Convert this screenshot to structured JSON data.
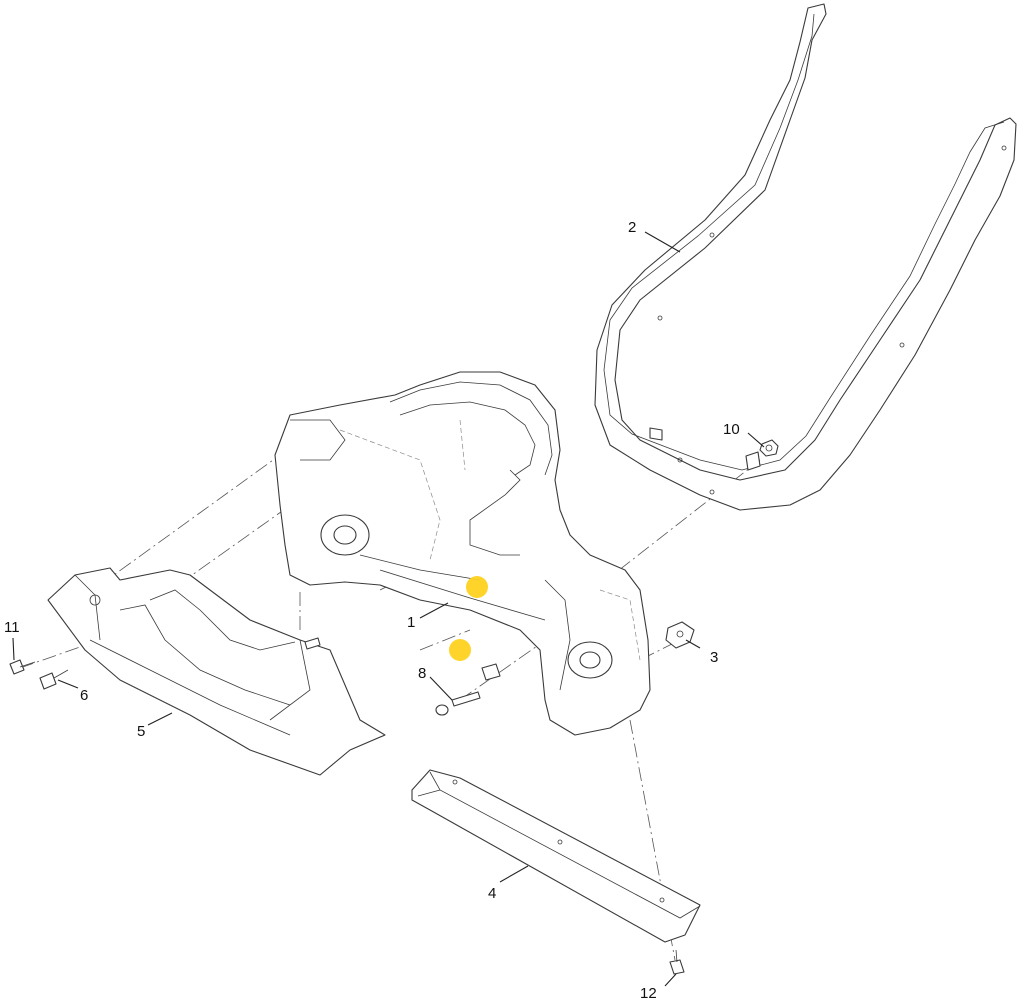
{
  "diagram": {
    "callouts": [
      {
        "id": "1",
        "label": "1"
      },
      {
        "id": "2",
        "label": "2"
      },
      {
        "id": "3",
        "label": "3"
      },
      {
        "id": "4",
        "label": "4"
      },
      {
        "id": "5",
        "label": "5"
      },
      {
        "id": "6",
        "label": "6"
      },
      {
        "id": "8",
        "label": "8"
      },
      {
        "id": "10",
        "label": "10"
      },
      {
        "id": "11",
        "label": "11"
      },
      {
        "id": "12",
        "label": "12"
      }
    ],
    "colors": {
      "line": "#3a3a3a",
      "highlight": "#FFD21F",
      "background": "#ffffff"
    }
  }
}
